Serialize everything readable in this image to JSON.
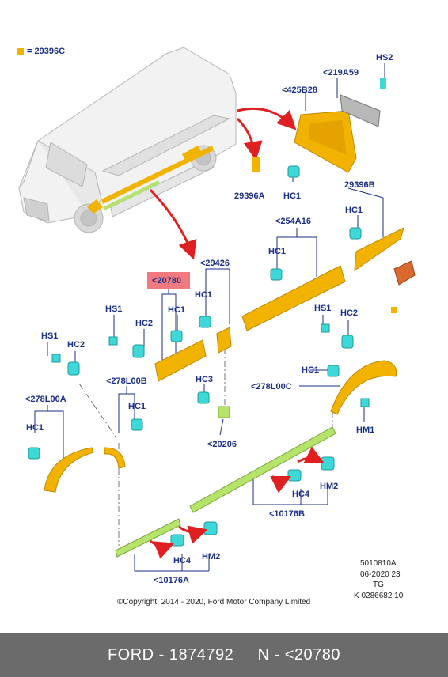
{
  "legend": {
    "text": "= 29396C",
    "color": "#f2b300"
  },
  "labels": {
    "hs2": "HS2",
    "p219a59": "<219A59",
    "p425b28": "<425B28",
    "hc1_a": "HC1",
    "p29396a": "29396A",
    "p29396b": "29396B",
    "hc1_b": "HC1",
    "p254a16": "<254A16",
    "hc1_c": "HC1",
    "p29426": "<29426",
    "p20780": "<20780",
    "hc1_d": "HC1",
    "hs1_a": "HS1",
    "hc2_a": "HC2",
    "hc1_e": "HC1",
    "hs1_b": "HS1",
    "hc2_b": "HC2",
    "hs1_c": "HS1",
    "hc2_c": "HC2",
    "p278l00b": "<278L00B",
    "hc1_f": "HC1",
    "hc3": "HC3",
    "hc1_g": "HC1",
    "p278l00c": "<278L00C",
    "hm1": "HM1",
    "p278l00a": "<278L00A",
    "hc1_h": "HC1",
    "p20206": "<20206",
    "hm2_a": "HM2",
    "hc4_a": "HC4",
    "p10176b": "<10176B",
    "hc4_b": "HC4",
    "hm2_b": "HM2",
    "p10176a": "<10176A"
  },
  "info": {
    "line1": "5010810A",
    "line2": "06-2020 23",
    "line3": "TG",
    "line4": "K 0286682 10"
  },
  "copyright": "©Copyright, 2014 - 2020, Ford Motor Company Limited",
  "footer": "FORD - 1874792     N - <20780",
  "colors": {
    "part": "#f2b300",
    "clip": "#3fd8d8",
    "green": "#b6e36a",
    "arrow": "#e02020",
    "label": "#1a2f8a"
  }
}
